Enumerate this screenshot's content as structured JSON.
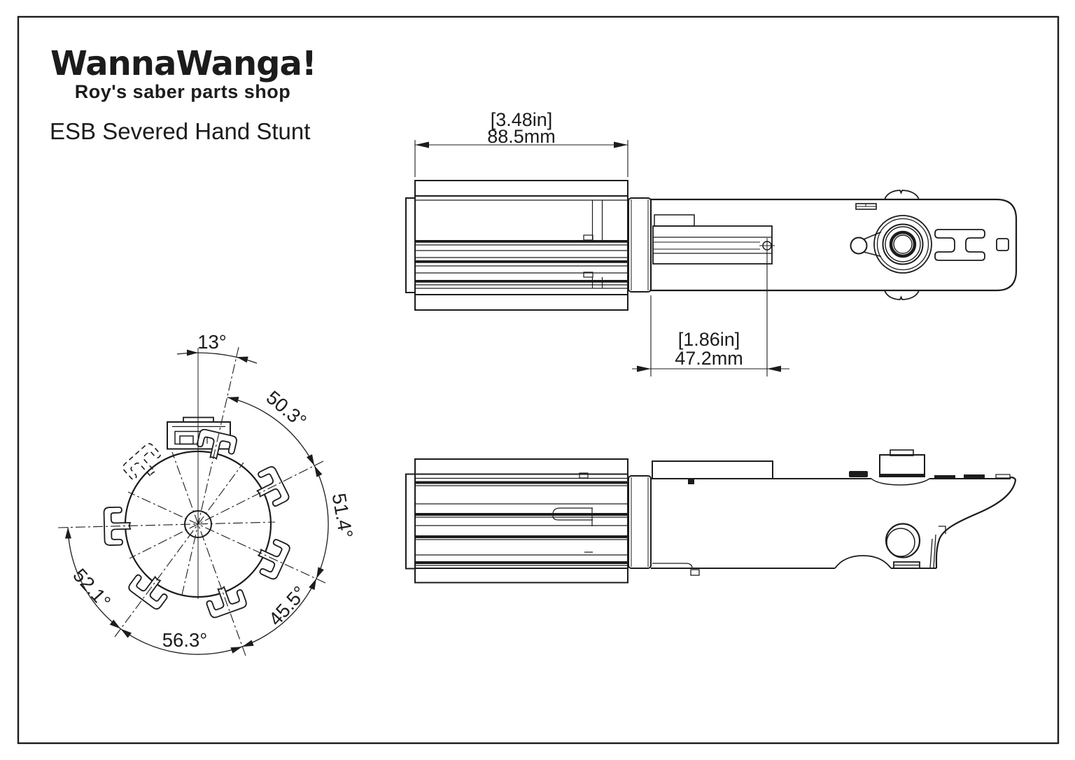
{
  "header": {
    "logo": "WannaWanga!",
    "tagline": "Roy's saber parts shop",
    "title": "ESB Severed Hand Stunt"
  },
  "dimensions": {
    "clamp_length": {
      "inches": "[3.48in]",
      "mm": "88.5mm"
    },
    "exposed_length": {
      "inches": "[1.86in]",
      "mm": "47.2mm"
    }
  },
  "end_view_angles": {
    "offset": "13°",
    "seg1": "50.3°",
    "seg2": "51.4°",
    "seg3": "45.5°",
    "seg4": "56.3°",
    "seg5": "52.1°"
  },
  "colors": {
    "ink": "#1c1c1c",
    "background": "#ffffff"
  }
}
